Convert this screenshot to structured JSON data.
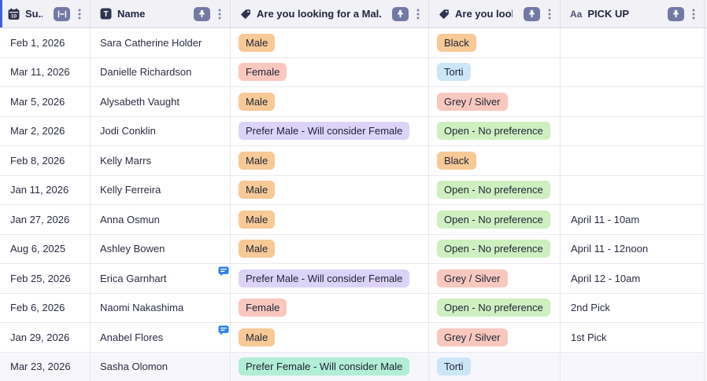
{
  "colors": {
    "accent_strip": "#3D63E3",
    "header_bg": "#F1F1F6",
    "icon_dark": "#30354F",
    "header_button_slate": "#7379A5",
    "dots_gray": "#7E83A8",
    "comment_blue": "#2F80ED",
    "highlighted_row_bg": "#F6F6FC"
  },
  "tag_palette": {
    "orange": "#F6C996",
    "salmon": "#F8C8BF",
    "purple": "#DCD3F9",
    "green": "#CEEFC0",
    "blue": "#CDE6F7",
    "teal": "#B2EDD6"
  },
  "header": {
    "columns": [
      {
        "label": "Su...",
        "field_type": "date",
        "icon": "calendar-icon",
        "action": "resize"
      },
      {
        "label": "Name",
        "field_type": "text",
        "icon": "text-field-icon",
        "action": "pin"
      },
      {
        "label": "Are you looking for a Mal...",
        "field_type": "select",
        "icon": "tag-icon",
        "action": "pin"
      },
      {
        "label": "Are you look...",
        "field_type": "select",
        "icon": "tag-icon",
        "action": "pin"
      },
      {
        "label": "PICK UP",
        "field_type": "text",
        "icon": "aa-text-icon",
        "action": "pin"
      }
    ]
  },
  "rows": [
    {
      "date": "Feb 1, 2026",
      "name": "Sara Catherine Holder",
      "has_comment": false,
      "highlighted": false,
      "gender_preference": {
        "label": "Male",
        "color": "orange"
      },
      "color_preference": {
        "label": "Black",
        "color": "orange"
      },
      "pick_up": ""
    },
    {
      "date": "Mar 11, 2026",
      "name": "Danielle Richardson",
      "has_comment": false,
      "highlighted": false,
      "gender_preference": {
        "label": "Female",
        "color": "salmon"
      },
      "color_preference": {
        "label": "Torti",
        "color": "blue"
      },
      "pick_up": ""
    },
    {
      "date": "Mar 5, 2026",
      "name": "Alysabeth Vaught",
      "has_comment": false,
      "highlighted": false,
      "gender_preference": {
        "label": "Male",
        "color": "orange"
      },
      "color_preference": {
        "label": "Grey / Silver",
        "color": "salmon"
      },
      "pick_up": ""
    },
    {
      "date": "Mar 2, 2026",
      "name": "Jodi Conklin",
      "has_comment": false,
      "highlighted": false,
      "gender_preference": {
        "label": "Prefer Male - Will consider Female",
        "color": "purple"
      },
      "color_preference": {
        "label": "Open - No preference",
        "color": "green"
      },
      "pick_up": ""
    },
    {
      "date": "Feb 8, 2026",
      "name": "Kelly Marrs",
      "has_comment": false,
      "highlighted": false,
      "gender_preference": {
        "label": "Male",
        "color": "orange"
      },
      "color_preference": {
        "label": "Black",
        "color": "orange"
      },
      "pick_up": ""
    },
    {
      "date": "Jan 11, 2026",
      "name": "Kelly Ferreira",
      "has_comment": false,
      "highlighted": false,
      "gender_preference": {
        "label": "Male",
        "color": "orange"
      },
      "color_preference": {
        "label": "Open - No preference",
        "color": "green"
      },
      "pick_up": ""
    },
    {
      "date": "Jan 27, 2026",
      "name": "Anna Osmun",
      "has_comment": false,
      "highlighted": false,
      "gender_preference": {
        "label": "Male",
        "color": "orange"
      },
      "color_preference": {
        "label": "Open - No preference",
        "color": "green"
      },
      "pick_up": "April 11 - 10am"
    },
    {
      "date": "Aug 6, 2025",
      "name": "Ashley Bowen",
      "has_comment": false,
      "highlighted": false,
      "gender_preference": {
        "label": "Male",
        "color": "orange"
      },
      "color_preference": {
        "label": "Open - No preference",
        "color": "green"
      },
      "pick_up": "April 11 - 12noon"
    },
    {
      "date": "Feb 25, 2026",
      "name": "Erica Garnhart",
      "has_comment": true,
      "highlighted": false,
      "gender_preference": {
        "label": "Prefer Male - Will consider Female",
        "color": "purple"
      },
      "color_preference": {
        "label": "Grey / Silver",
        "color": "salmon"
      },
      "pick_up": "April 12 - 10am"
    },
    {
      "date": "Feb 6, 2026",
      "name": "Naomi Nakashima",
      "has_comment": false,
      "highlighted": false,
      "gender_preference": {
        "label": "Female",
        "color": "salmon"
      },
      "color_preference": {
        "label": "Open - No preference",
        "color": "green"
      },
      "pick_up": "2nd Pick"
    },
    {
      "date": "Jan 29, 2026",
      "name": "Anabel Flores",
      "has_comment": true,
      "highlighted": false,
      "gender_preference": {
        "label": "Male",
        "color": "orange"
      },
      "color_preference": {
        "label": "Grey / Silver",
        "color": "salmon"
      },
      "pick_up": "1st Pick"
    },
    {
      "date": "Mar 23, 2026",
      "name": "Sasha Olomon",
      "has_comment": false,
      "highlighted": true,
      "gender_preference": {
        "label": "Prefer Female - Will consider Male",
        "color": "teal"
      },
      "color_preference": {
        "label": "Torti",
        "color": "blue"
      },
      "pick_up": ""
    }
  ]
}
